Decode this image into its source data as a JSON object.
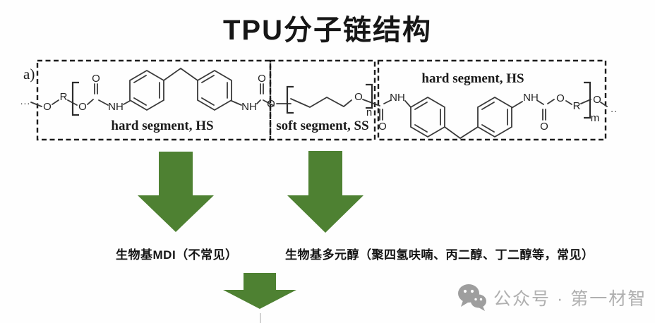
{
  "title": "TPU分子链结构",
  "structure": {
    "panel_label": "a)",
    "ellipsis_left": "...",
    "ellipsis_right": "..",
    "boxes": {
      "hard_left": "hard segment, HS",
      "soft": "soft segment, SS",
      "hard_right": "hard segment, HS"
    },
    "atoms": {
      "oxygen": "O",
      "r_group": "R",
      "nh": "NH",
      "repeat_n": "n",
      "repeat_m": "m"
    }
  },
  "annotations": {
    "left_arrow_label": "生物基MDI（不常见）",
    "right_arrow_label": "生物基多元醇（聚四氢呋喃、丙二醇、丁二醇等，常见）"
  },
  "watermark": {
    "icon": "wechat-icon",
    "label": "公众号 · 第一材智"
  },
  "colors": {
    "arrow_green": "#4e8132",
    "bond_dark": "#3a3a3a",
    "watermark_gray": "#b0b0b0"
  }
}
